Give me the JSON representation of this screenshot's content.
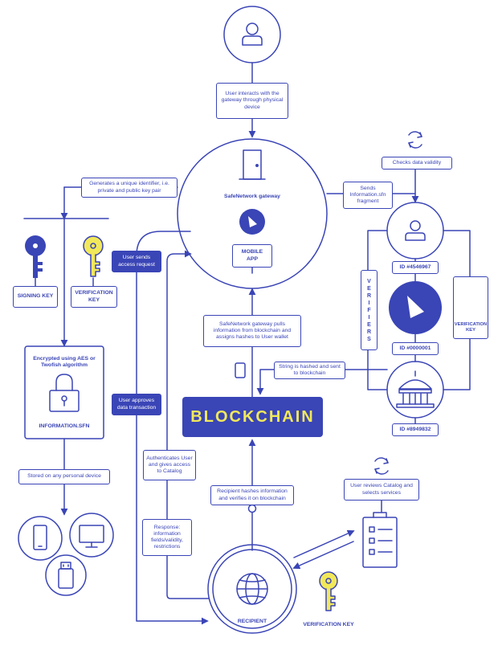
{
  "user_interaction": "User interacts with the gateway through physical device",
  "generates_identifier": "Generates a unique identifier, i.e. private and public key pair",
  "gateway_title": "SafeNetwork gateway",
  "mobile_app": "MOBILE APP",
  "sends_fragment": "Sends Information.sfn fragment",
  "checks_validity": "Checks data validity",
  "signing_key": "SIGNING KEY",
  "verification_key": "VERIFICATION KEY",
  "user_sends_request": "User sends access request",
  "encrypted_title": "Encrypted using AES or Twofish algorithm",
  "information_sfn": "INFORMATION.SFN",
  "stored_on_device": "Stored on any personal device",
  "gateway_pulls": "SafeNetwork gateway pulls information from blockchain and assigns hashes to User wallet",
  "string_hashed": "String is hashed and sent to blockchain",
  "user_approves": "User approves data transaction",
  "blockchain": "BLOCKCHAIN",
  "authenticates": "Authenticates User and gives access to Catalog",
  "response": "Response: information fields/validity, restrictions",
  "recipient_hashes": "Recipient hashes information and verifies it on blockchain",
  "user_reviews": "User reviews Catalog and selects services",
  "recipient": "RECIPIENT",
  "verification_key_bottom": "VERIFICATION KEY",
  "verifiers_letters": [
    "V",
    "E",
    "R",
    "I",
    "F",
    "I",
    "E",
    "R",
    "S"
  ],
  "id_top": "ID #4546967",
  "id_mid": "ID #0000001",
  "id_bottom": "ID #8949832",
  "verifier_key_label": "VERIFICATION KEY",
  "colors": {
    "primary": "#3a45b6",
    "accent": "#f1e85a",
    "background": "#ffffff"
  },
  "icons": [
    "user-icon",
    "door-icon",
    "app-logo-icon",
    "refresh-icon",
    "key-icon",
    "lock-icon",
    "phone-icon",
    "monitor-icon",
    "usb-icon",
    "globe-icon",
    "bank-building-icon",
    "clipboard-checklist-icon"
  ]
}
